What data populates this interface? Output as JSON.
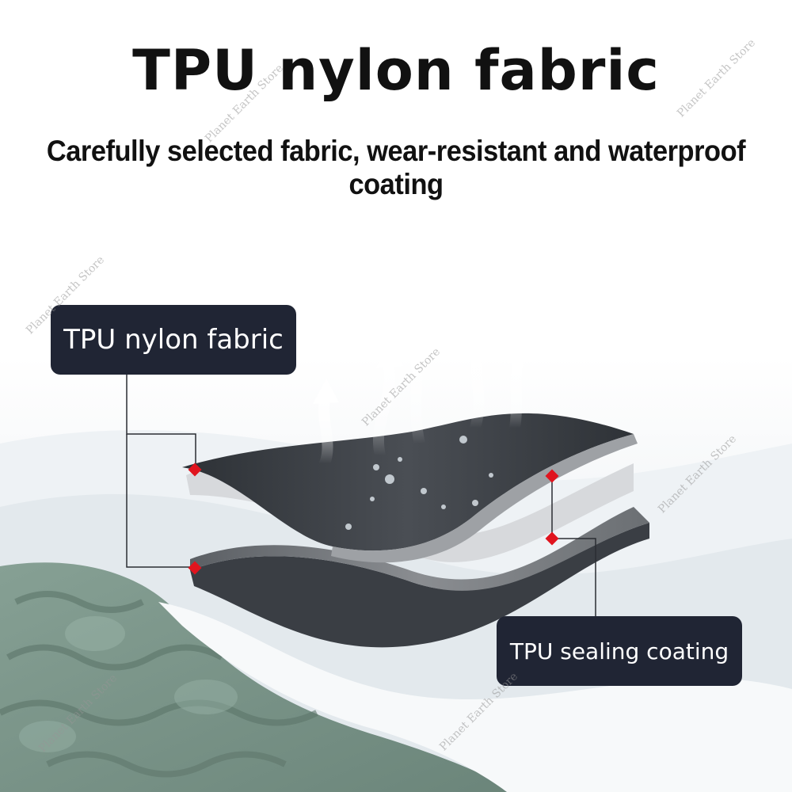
{
  "heading": {
    "title": "TPU nylon fabric",
    "subtitle": "Carefully selected fabric, wear-resistant and waterproof coating"
  },
  "labels": {
    "top": "TPU nylon fabric",
    "bottom": "TPU sealing coating"
  },
  "watermark": "Planet Earth Store",
  "icons": [
    "arrow-up-icon",
    "marker-dot-icon"
  ],
  "colors": {
    "label_bg": "#202534",
    "label_text": "#ffffff",
    "marker": "#e0141e",
    "fabric_dark": "#3b3f45",
    "fabric_mid": "#6f7378",
    "coating_light": "#c9cbce",
    "mat_green": "#7f9a8e"
  }
}
